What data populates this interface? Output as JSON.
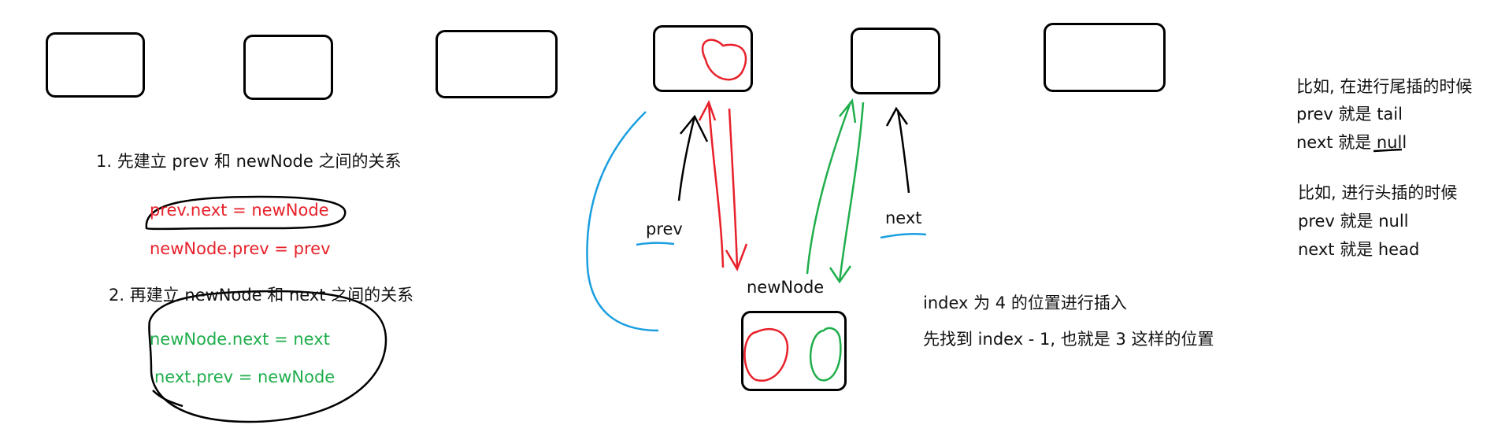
{
  "labels": {
    "step1": "1. 先建立 prev 和 newNode 之间的关系",
    "step1_line1": "prev.next = newNode",
    "step1_line2": "newNode.prev = prev",
    "step2": "2. 再建立 newNode 和 next 之间的关系",
    "step2_line1": "newNode.next = next",
    "step2_line2": "next.prev = newNode",
    "prev": "prev",
    "next": "next",
    "newnode": "newNode",
    "index_line1": "index 为 4 的位置进行插入",
    "index_line2": "先找到 index - 1, 也就是 3 这样的位置",
    "tail_case_title": "比如, 在进行尾插的时候",
    "tail_case_prev": "prev 就是 tail",
    "tail_case_next": "next 就是 null",
    "head_case_title": "比如, 进行头插的时候",
    "head_case_prev": "prev 就是 null",
    "head_case_next": "next 就是 head"
  },
  "colors": {
    "red": "#e8202a",
    "green": "#1fae4b",
    "blue": "#1a9ee0",
    "black": "#000000"
  }
}
